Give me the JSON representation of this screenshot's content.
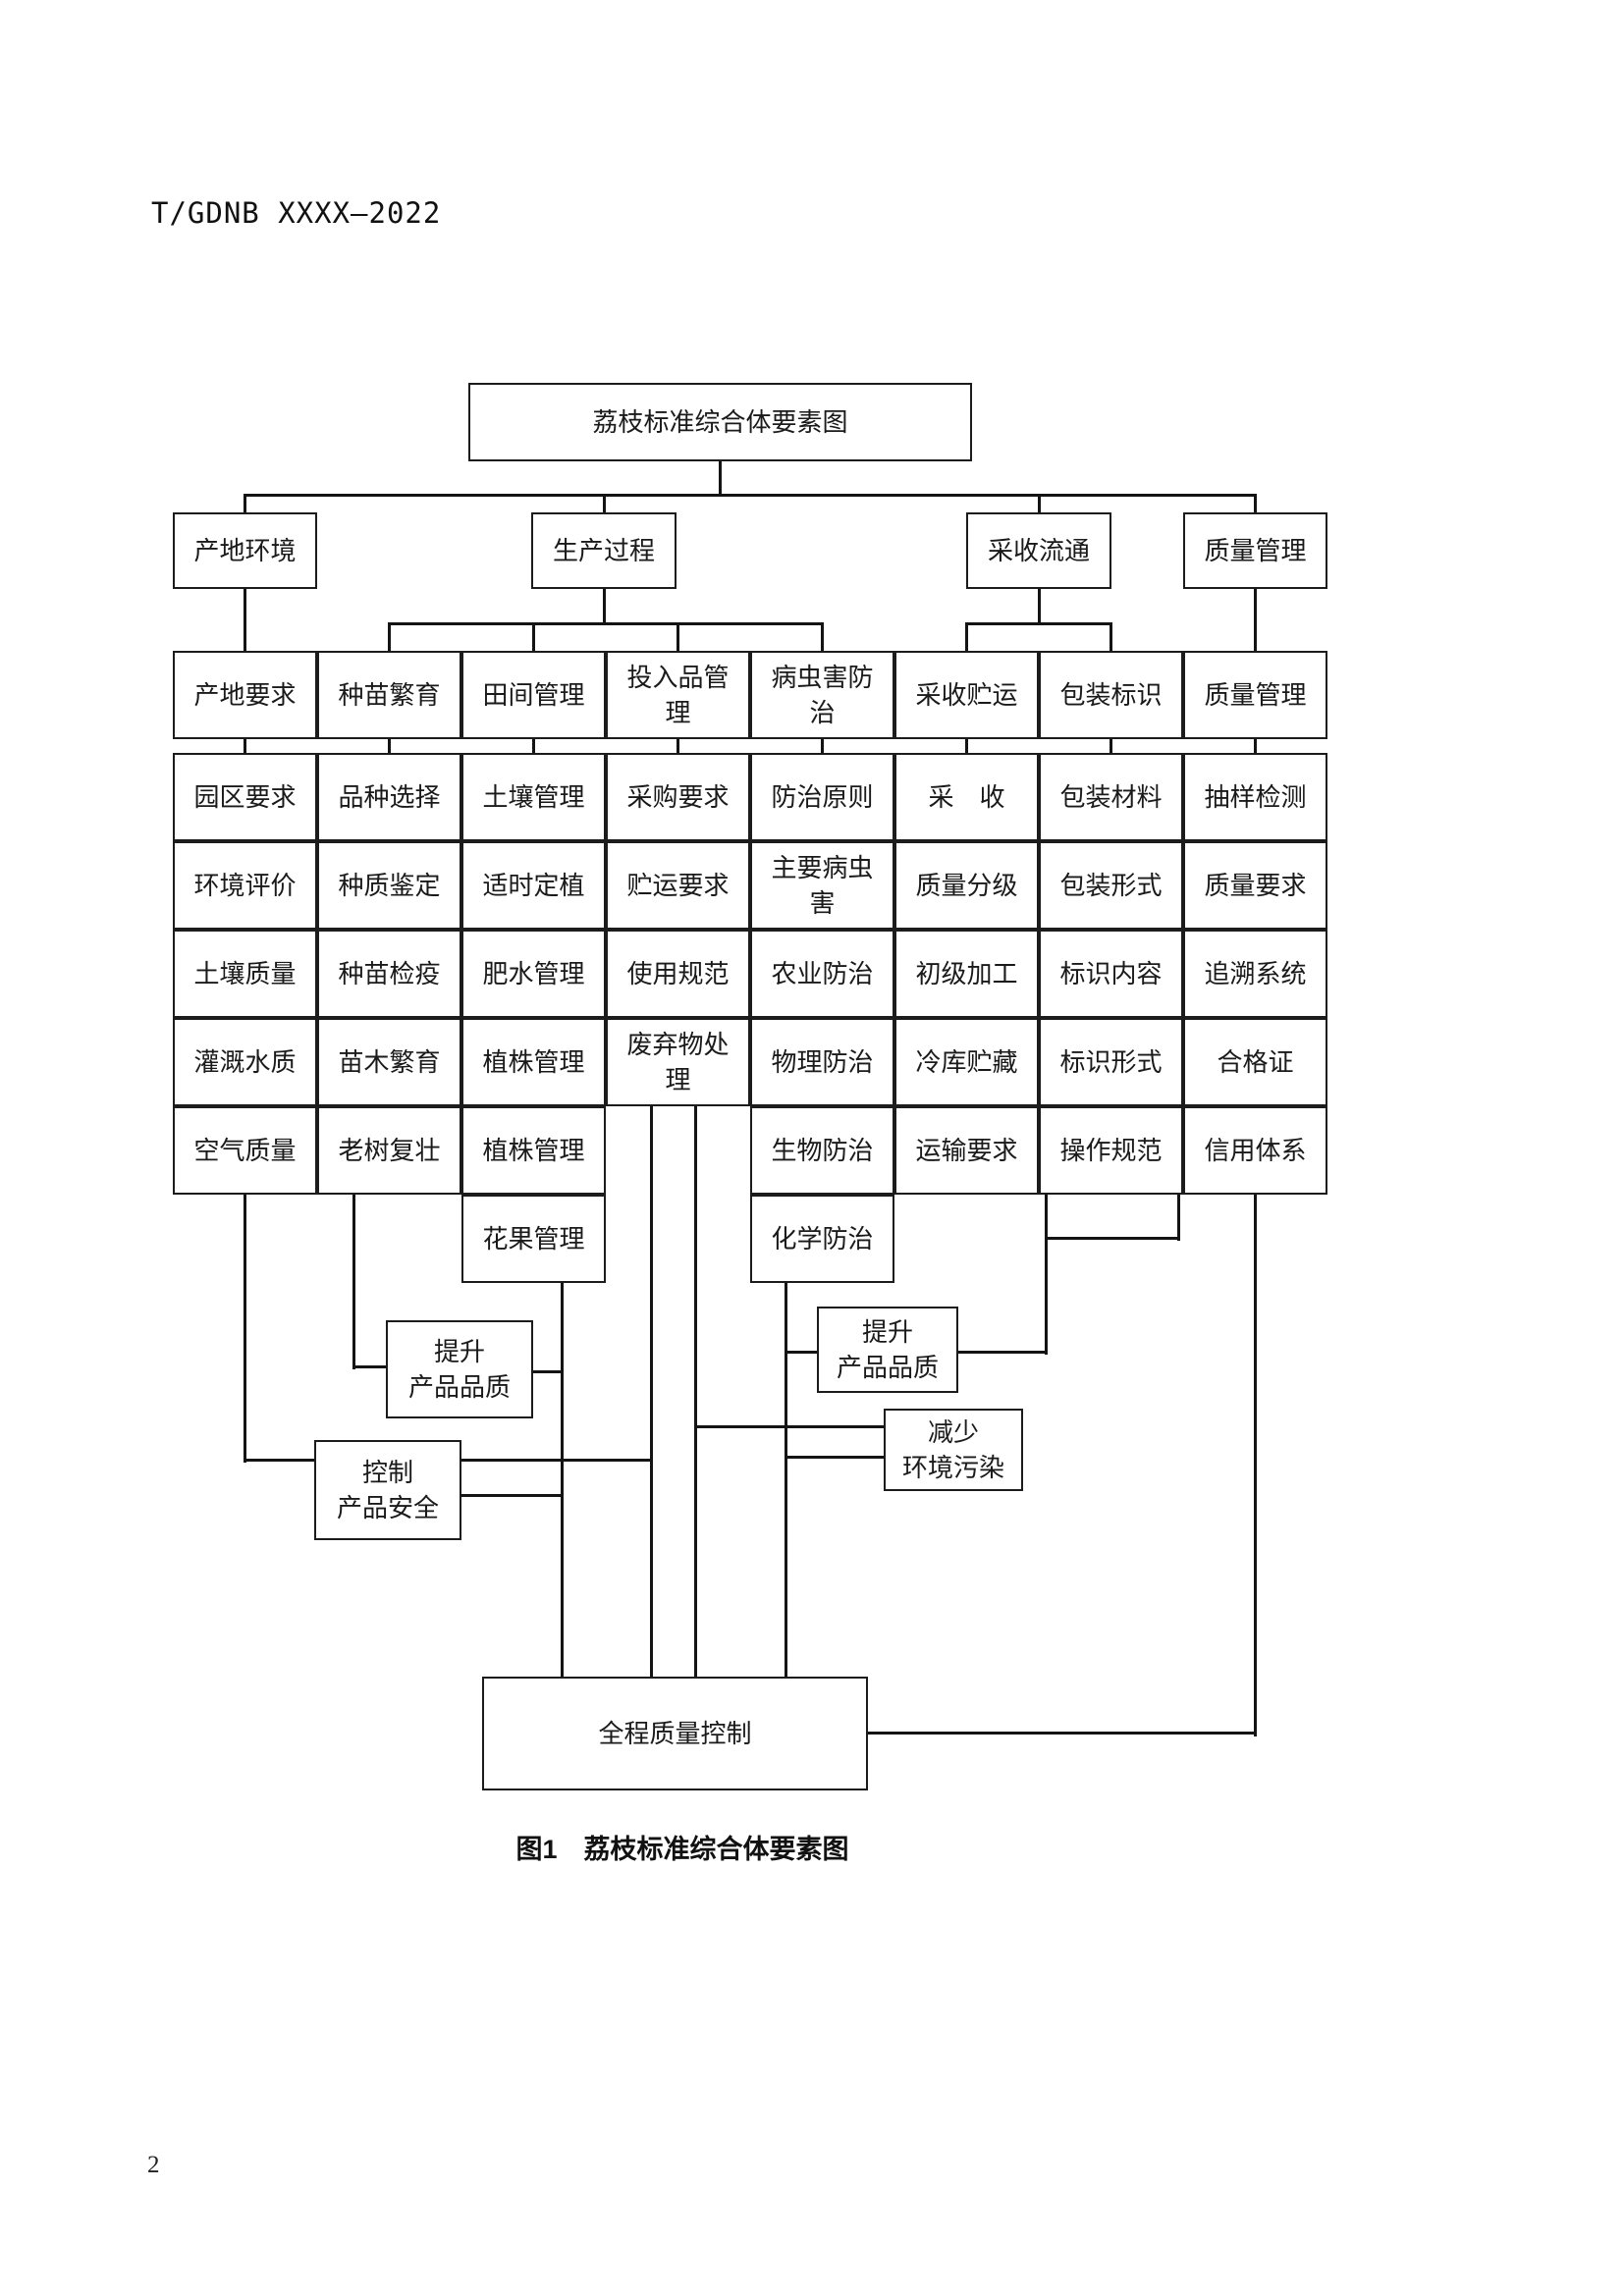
{
  "page": {
    "doc_code": "T/GDNB XXXX—2022",
    "page_number": "2",
    "figure_caption": "图1　荔枝标准综合体要素图"
  },
  "diagram": {
    "root": "荔枝标准综合体要素图",
    "level2": [
      "产地环境",
      "生产过程",
      "采收流通",
      "质量管理"
    ],
    "columns": [
      {
        "header": "产地要求",
        "cells": [
          "园区要求",
          "环境评价",
          "土壤质量",
          "灌溉水质",
          "空气质量"
        ]
      },
      {
        "header": "种苗繁育",
        "cells": [
          "品种选择",
          "种质鉴定",
          "种苗检疫",
          "苗木繁育",
          "老树复壮"
        ]
      },
      {
        "header": "田间管理",
        "cells": [
          "土壤管理",
          "适时定植",
          "肥水管理",
          "植株管理",
          "植株管理",
          "花果管理"
        ]
      },
      {
        "header": "投入品管\n理",
        "cells": [
          "采购要求",
          "贮运要求",
          "使用规范",
          "废弃物处\n理"
        ]
      },
      {
        "header": "病虫害防\n治",
        "cells": [
          "防治原则",
          "主要病虫\n害",
          "农业防治",
          "物理防治",
          "生物防治",
          "化学防治"
        ]
      },
      {
        "header": "采收贮运",
        "cells": [
          "采　收",
          "质量分级",
          "初级加工",
          "冷库贮藏",
          "运输要求"
        ]
      },
      {
        "header": "包装标识",
        "cells": [
          "包装材料",
          "包装形式",
          "标识内容",
          "标识形式",
          "操作规范"
        ]
      },
      {
        "header": "质量管理",
        "cells": [
          "抽样检测",
          "质量要求",
          "追溯系统",
          "合格证",
          "信用体系"
        ]
      }
    ],
    "outcomes": [
      {
        "key": "improve-quality-left",
        "label": "提升\n产品品质"
      },
      {
        "key": "control-safety",
        "label": "控制\n产品安全"
      },
      {
        "key": "improve-quality-right",
        "label": "提升\n产品品质"
      },
      {
        "key": "reduce-pollution",
        "label": "减少\n环境污染"
      }
    ],
    "total_control": "全程质量控制"
  }
}
